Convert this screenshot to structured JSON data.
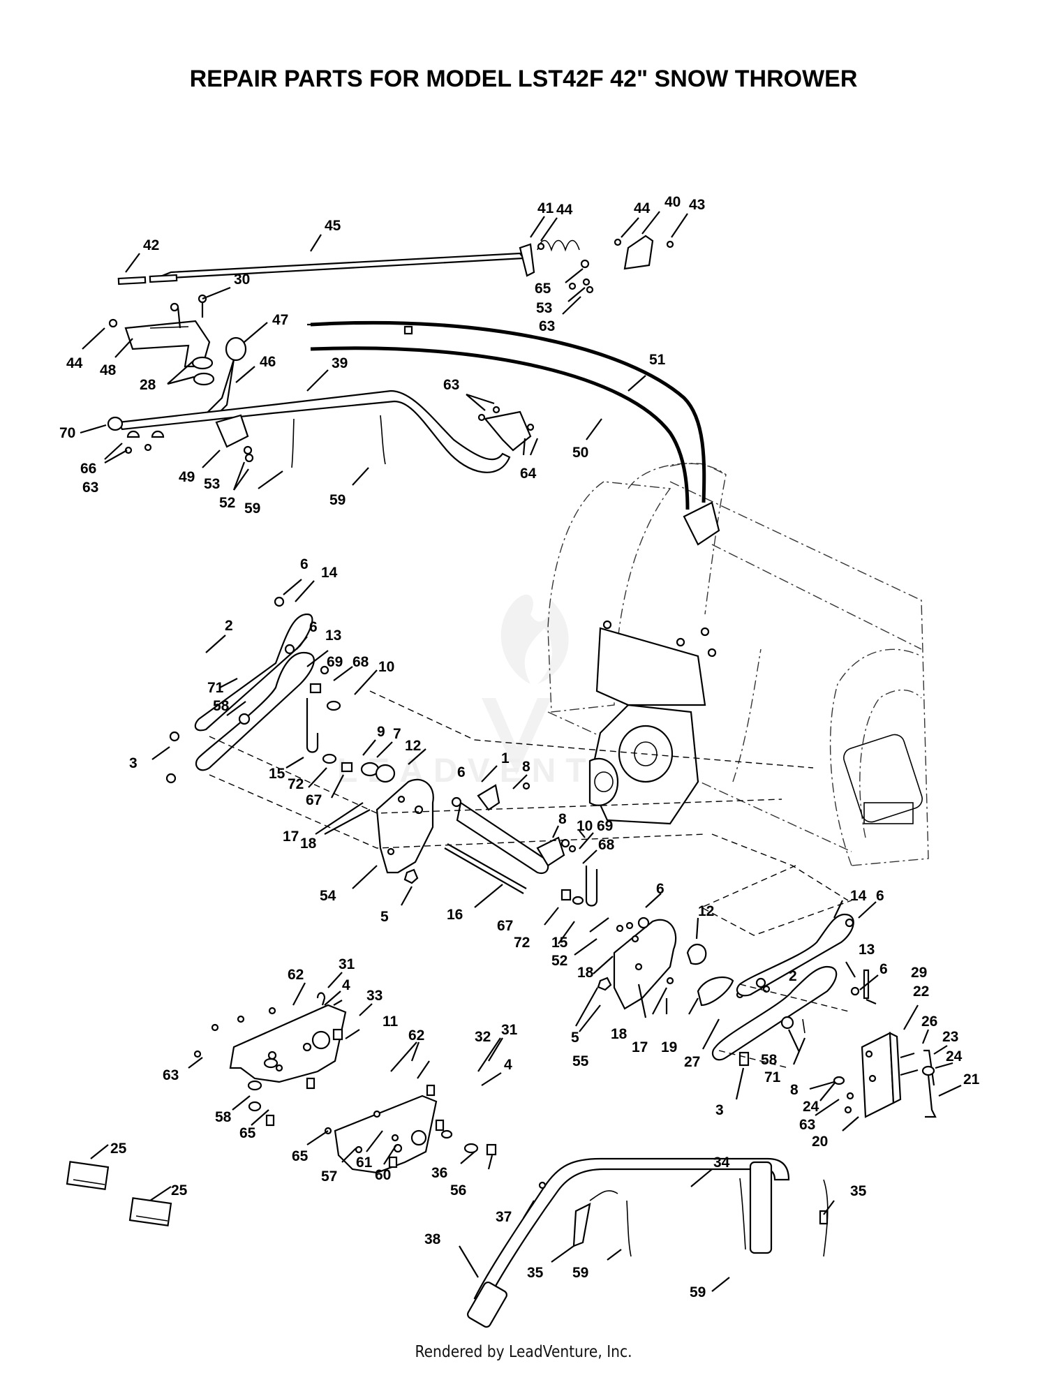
{
  "title": "REPAIR PARTS FOR MODEL LST42F 42\" SNOW THROWER",
  "footer": "Rendered by LeadVenture, Inc.",
  "watermark_text": "LEADVENTURE",
  "callouts": [
    "1",
    "2",
    "3",
    "4",
    "5",
    "6",
    "7",
    "8",
    "9",
    "10",
    "11",
    "12",
    "13",
    "14",
    "15",
    "16",
    "17",
    "18",
    "19",
    "20",
    "21",
    "22",
    "23",
    "24",
    "25",
    "26",
    "27",
    "28",
    "29",
    "30",
    "31",
    "32",
    "33",
    "34",
    "35",
    "36",
    "37",
    "38",
    "39",
    "40",
    "41",
    "42",
    "43",
    "44",
    "45",
    "46",
    "47",
    "48",
    "49",
    "50",
    "51",
    "52",
    "53",
    "54",
    "55",
    "56",
    "57",
    "58",
    "59",
    "60",
    "61",
    "62",
    "63",
    "64",
    "65",
    "66",
    "67",
    "68",
    "69",
    "70",
    "71",
    "72"
  ]
}
